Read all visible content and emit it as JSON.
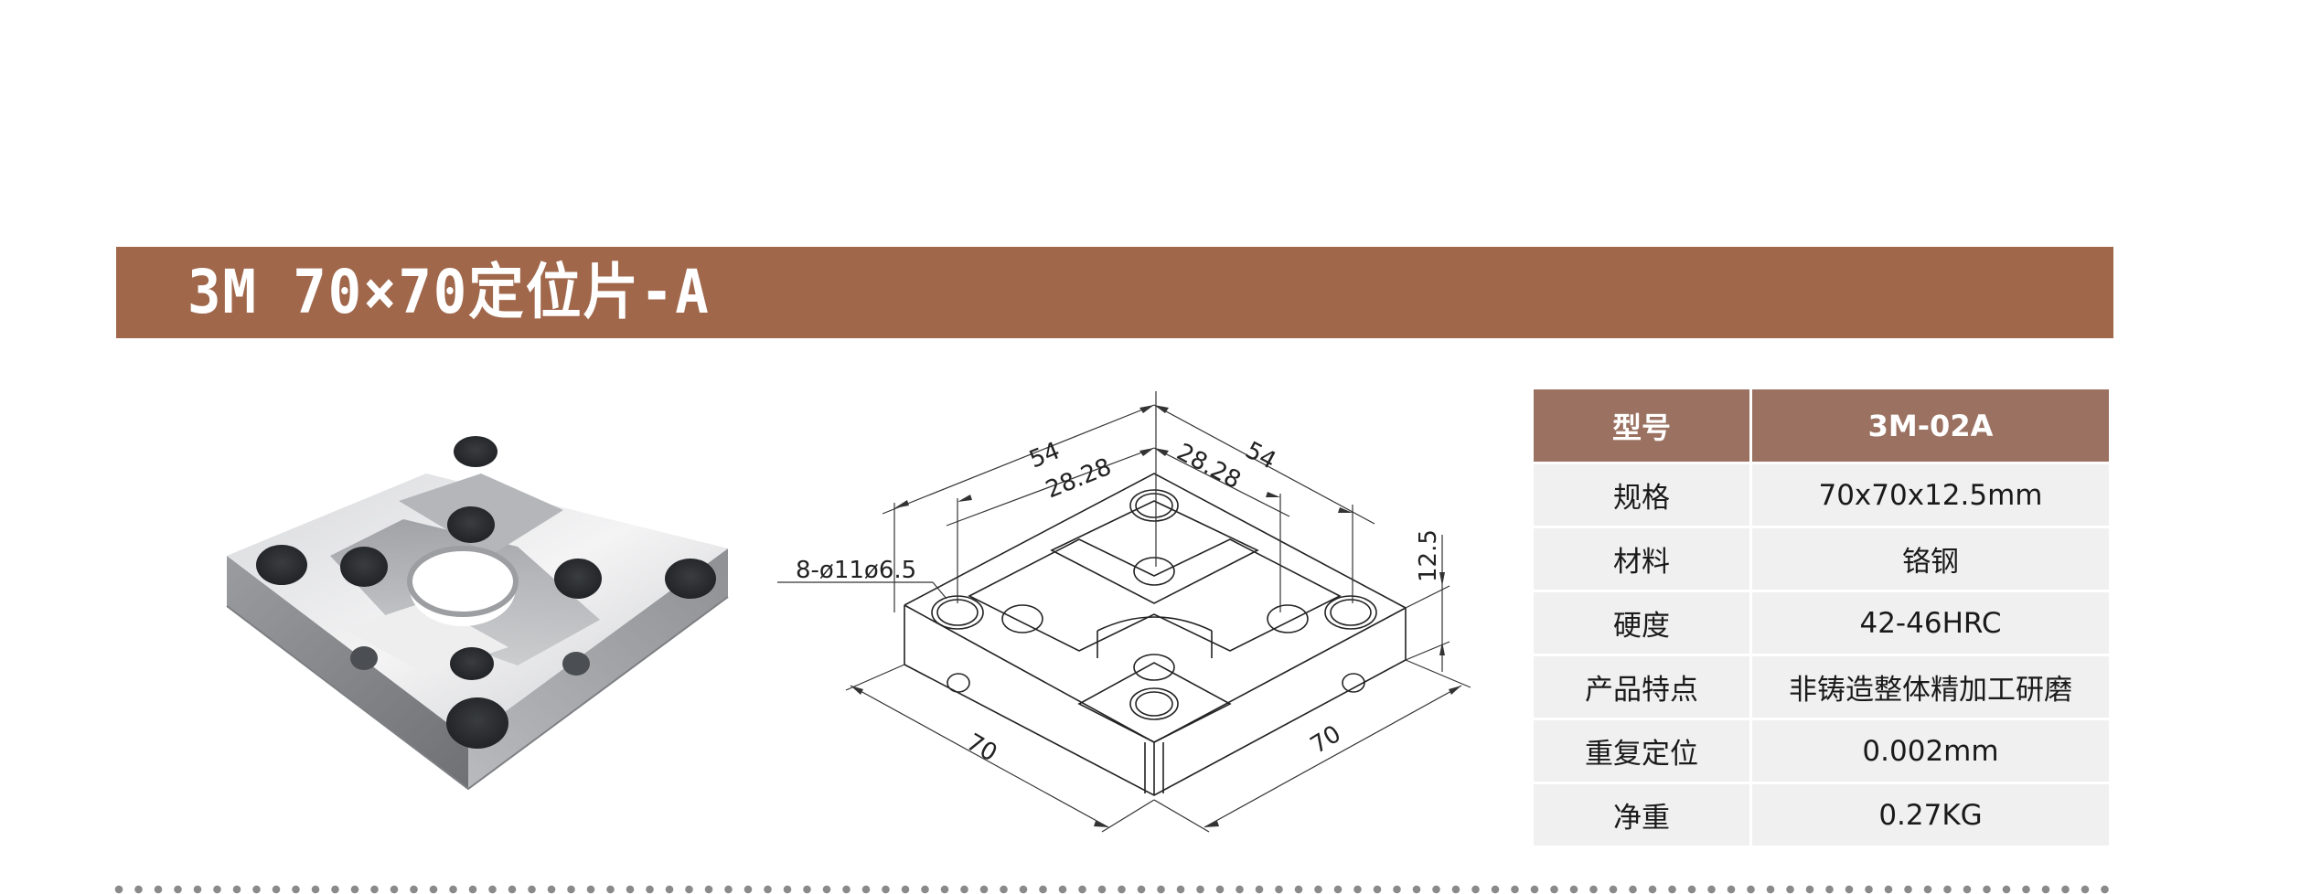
{
  "title": {
    "text": "3M 70×70定位片-A",
    "background_color": "#a0674b",
    "text_color": "#ffffff"
  },
  "product_photo": {
    "icon": "product-3d-render",
    "alt": "3M 70×70定位片-A product render"
  },
  "drawing": {
    "dimensions": {
      "top_left_outer": "54",
      "top_left_inner": "28.28",
      "top_right_inner": "28.28",
      "top_right_outer": "54",
      "hole_callout": "8-ø11ø6.5",
      "height": "12.5",
      "bottom_left": "70",
      "bottom_right": "70"
    }
  },
  "spec_table": {
    "header_color": "#9b7262",
    "row_color": "#f0f0f0",
    "header": {
      "key": "型号",
      "value": "3M-02A"
    },
    "rows": [
      {
        "key": "规格",
        "value": "70x70x12.5mm"
      },
      {
        "key": "材料",
        "value": "铬钢"
      },
      {
        "key": "硬度",
        "value": "42-46HRC"
      },
      {
        "key": "产品特点",
        "value": "非铸造整体精加工研磨"
      },
      {
        "key": "重复定位",
        "value": "0.002mm"
      },
      {
        "key": "净重",
        "value": "0.27KG"
      }
    ]
  }
}
